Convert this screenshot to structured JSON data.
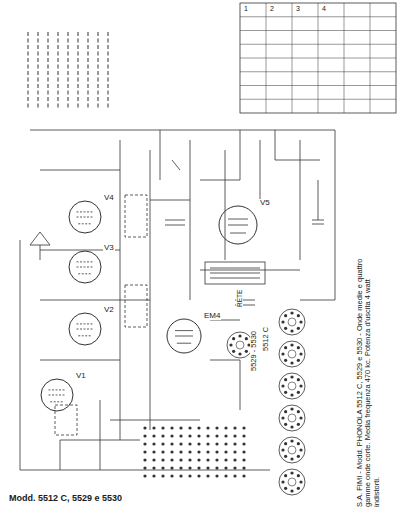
{
  "diagram": {
    "title": "Modd. 5512 C, 5529 e 5530",
    "caption": "S.A. FIMI - Modd. PHONOLA 5512 C, 5529 e 5530 - Onde medie e quattro gamme onde corte. Media frequenza 470 kc. Potenza d'uscita 4 watt indistorti.",
    "nodes": [
      {
        "text": [
          "V4"
        ]
      },
      {
        "text": [
          "V3"
        ]
      },
      {
        "text": [
          "V2"
        ]
      },
      {
        "text": [
          "V1"
        ]
      },
      {
        "text": [
          "EM4"
        ]
      },
      {
        "text": [
          "V5"
        ]
      }
    ],
    "labels": [
      "5529 - 5530",
      "5512 C",
      "RETE",
      "1",
      "2",
      "3",
      "4"
    ]
  }
}
